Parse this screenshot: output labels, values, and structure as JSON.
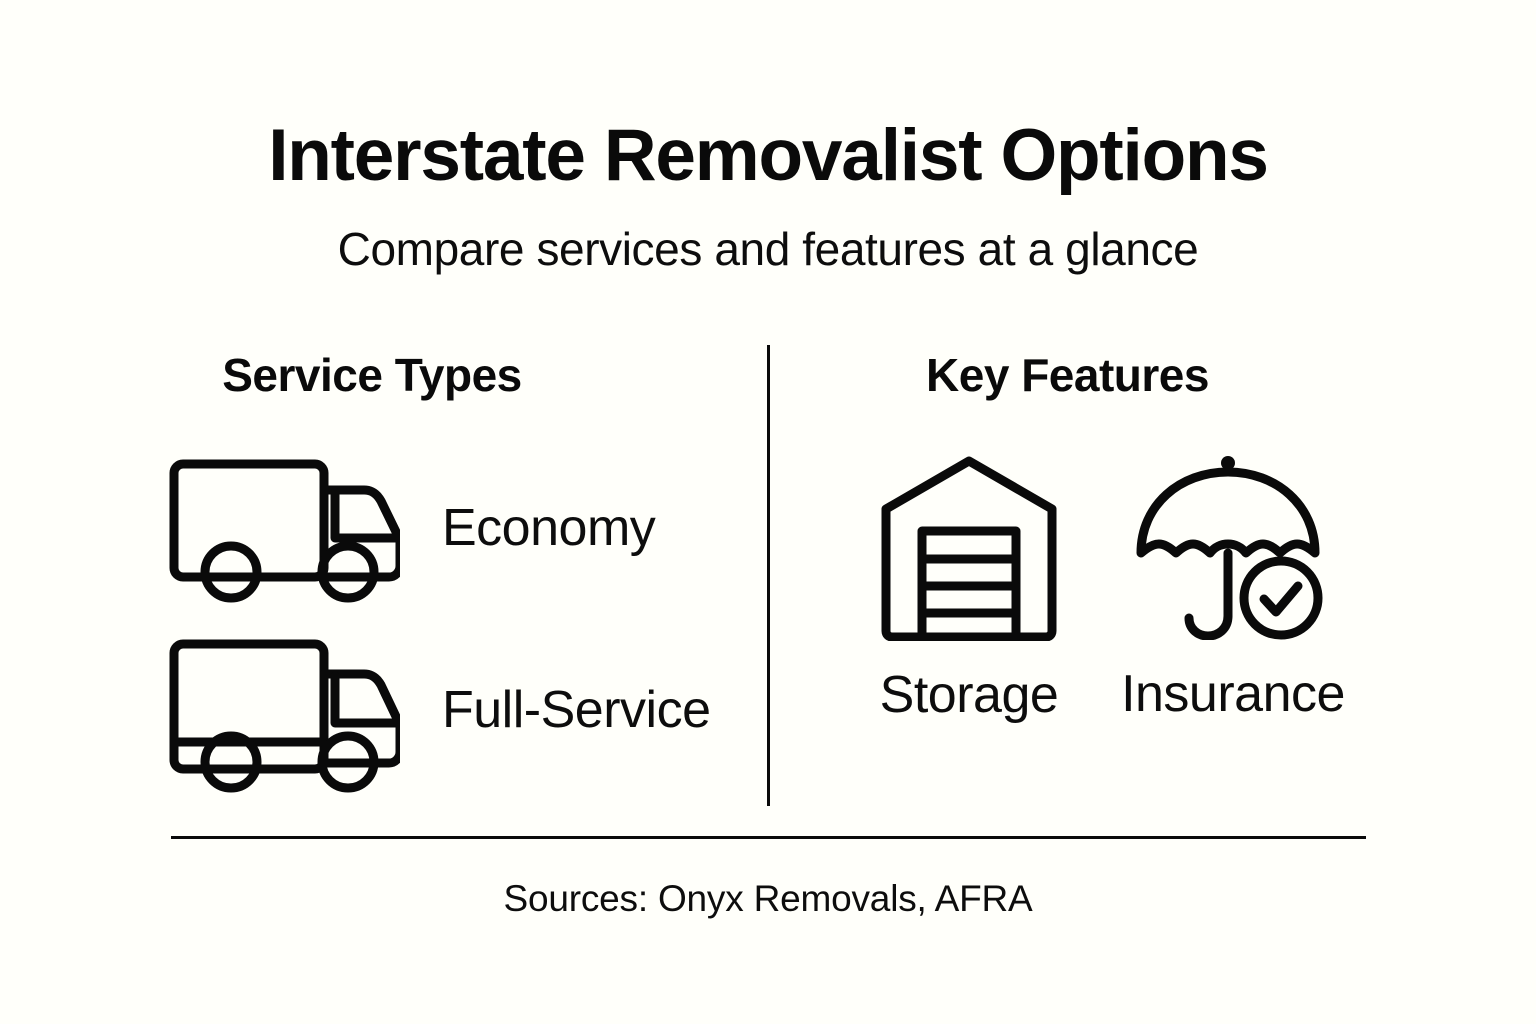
{
  "header": {
    "title": "Interstate Removalist Options",
    "subtitle": "Compare services and features at a glance"
  },
  "columns": {
    "left": {
      "heading": "Service Types",
      "items": [
        {
          "label": "Economy",
          "icon": "truck-icon"
        },
        {
          "label": "Full-Service",
          "icon": "truck-box-icon"
        }
      ]
    },
    "right": {
      "heading": "Key Features",
      "items": [
        {
          "label": "Storage",
          "icon": "warehouse-icon"
        },
        {
          "label": "Insurance",
          "icon": "umbrella-check-icon"
        }
      ]
    }
  },
  "footer": {
    "sources": "Sources: Onyx Removals, AFRA"
  },
  "style": {
    "background": "#fffffa",
    "ink": "#0a0a0a",
    "stroke_width": 9
  }
}
